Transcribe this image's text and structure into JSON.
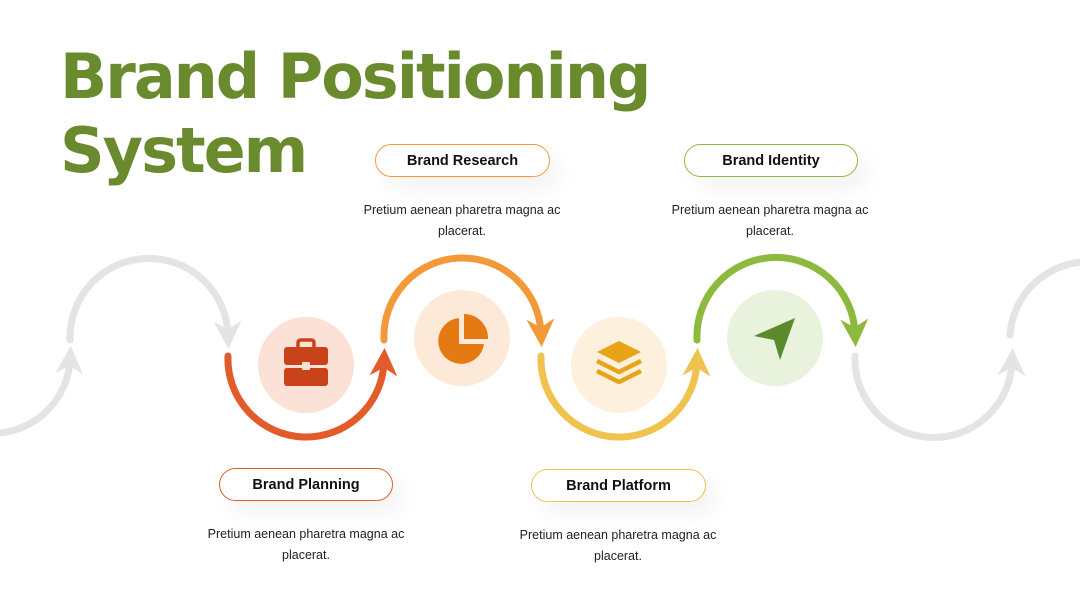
{
  "title": {
    "line1": "Brand Positioning",
    "line2": "System"
  },
  "steps": [
    {
      "label": "Brand Planning",
      "text": "Pretium aenean pharetra magna ac placerat.",
      "color": "#e35a2b",
      "circle": "#fbe1d6",
      "icon": "briefcase-icon"
    },
    {
      "label": "Brand Research",
      "text": "Pretium aenean pharetra magna ac placerat.",
      "color": "#f29a3a",
      "circle": "#fde9d7",
      "icon": "pie-chart-icon"
    },
    {
      "label": "Brand Platform",
      "text": "Pretium aenean pharetra magna ac placerat.",
      "color": "#f0c24e",
      "circle": "#fdf0dc",
      "icon": "layers-icon"
    },
    {
      "label": "Brand Identity",
      "text": "Pretium aenean pharetra magna ac placerat.",
      "color": "#8cba3c",
      "circle": "#e9f2dc",
      "icon": "paper-plane-icon"
    }
  ],
  "colors": {
    "title": "#6a8a2e",
    "inactive_arc": "#e4e4e4"
  }
}
